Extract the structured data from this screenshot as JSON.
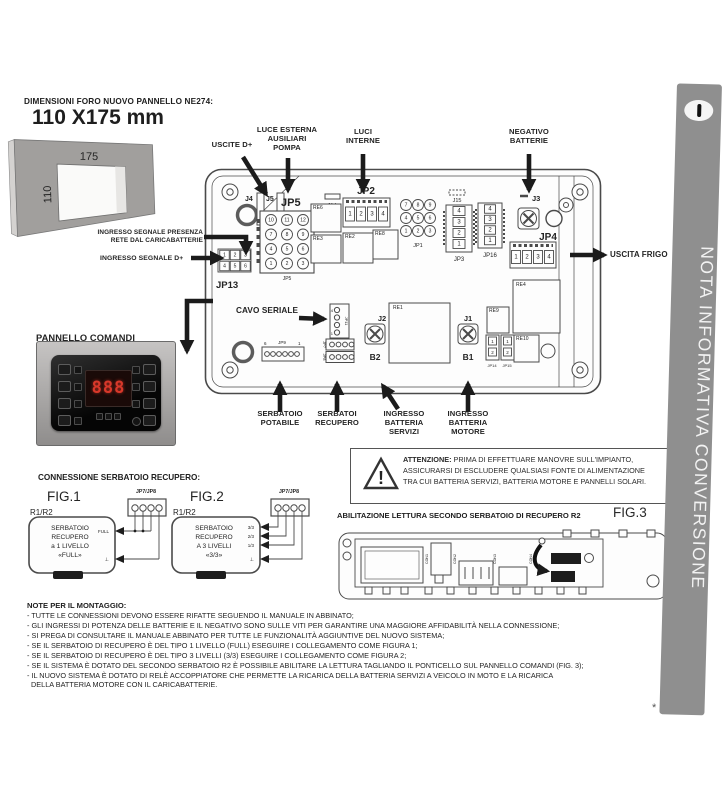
{
  "header": {
    "line1": "DIMENSIONI FORO NUOVO PANNELLO NE274:",
    "line2": "110 X175 mm"
  },
  "banner": {
    "text": "NOTA INFORMATIVA CONVERSIONE"
  },
  "cutout": {
    "w": "175",
    "h": "110"
  },
  "colors": {
    "banner_gray": "#8f8f8f",
    "display_red": "#d8382a"
  },
  "callouts": {
    "uscite_d": "USCITE D+",
    "luce_esterna": "LUCE ESTERNA\nAUSILIARI\nPOMPA",
    "luci_interne": "LUCI\nINTERNE",
    "negativo_batterie": "NEGATIVO\nBATTERIE",
    "uscita_frigo": "USCITA FRIGO",
    "ingresso_presenza": "INGRESSO SEGNALE PRESENZA\nRETE DAL CARICABATTERIE",
    "ingresso_segnale_d": "INGRESSO SEGNALE D+",
    "cavo_seriale": "CAVO SERIALE",
    "pannello_comandi": "PANNELLO COMANDI",
    "serbatoio_potabile": "SERBATOIO\nPOTABILE",
    "serbatoi_recupero": "SERBATOI\nRECUPERO",
    "ingresso_batteria_servizi": "INGRESSO\nBATTERIA\nSERVIZI",
    "ingresso_batteria_motore": "INGRESSO\nBATTERIA\nMOTORE"
  },
  "board": {
    "j4": "J4",
    "j5": "J5",
    "jp5": "JP5",
    "jp5_small": "JP5",
    "jp13": "JP13",
    "j14": "J14",
    "jp2": "JP2",
    "jp1": "JP1",
    "j15": "J15",
    "jp3": "JP3",
    "jp16": "JP16",
    "j3": "J3",
    "jp4": "JP4",
    "re1": "RE1",
    "re2": "RE2",
    "re3": "RE3",
    "re4": "RE4",
    "re6": "RE6",
    "re8": "RE8",
    "re9": "RE9",
    "re10": "RE10",
    "j2": "J2",
    "j1": "J1",
    "b2": "B2",
    "b1": "B1",
    "jp9": "JP9",
    "jp9_l": "6",
    "jp9_r": "1",
    "jp11": "JP11",
    "jp11_t": "4",
    "jp11_b": "1",
    "jp7": "JP7",
    "jp8": "JP8",
    "jp14": "JP14",
    "jp15": "JP15",
    "pins": {
      "jp5": [
        "10",
        "11",
        "12",
        "7",
        "8",
        "9",
        "4",
        "5",
        "6",
        "1",
        "2",
        "3"
      ],
      "jp13": [
        "1",
        "2",
        "3",
        "4",
        "5",
        "6"
      ],
      "jp2": [
        "1",
        "2",
        "3",
        "4"
      ],
      "jp1": [
        "7",
        "8",
        "9",
        "4",
        "5",
        "6",
        "1",
        "2",
        "3"
      ],
      "jp3": [
        "4",
        "3",
        "2",
        "1"
      ],
      "jp16": [
        "4",
        "3",
        "2",
        "1"
      ],
      "jp4": [
        "1",
        "2",
        "3",
        "4"
      ],
      "jp14": [
        "1",
        "2"
      ],
      "jp15": [
        "1",
        "2"
      ]
    }
  },
  "warning": {
    "title": "ATTENZIONE:",
    "body": " PRIMA DI EFFETTUARE MANOVRE SULL'IMPIANTO,\nASSICURARSI DI ESCLUDERE QUALSIASI FONTE DI ALIMENTAZIONE\nTRA CUI BATTERIA SERVIZI, BATTERIA MOTORE E PANNELLI SOLARI."
  },
  "figs": {
    "section_title": "CONNESSIONE SERBATOIO RECUPERO:",
    "fig1": {
      "name": "FIG.1",
      "conn": "JP7/JP8",
      "ref": "R1/R2",
      "box_lines": [
        "SERBATOIO",
        "RECUPERO",
        "a 1 LIVELLO",
        "«FULL»"
      ],
      "pin_full": "FULL",
      "pin_gnd": "⊥"
    },
    "fig2": {
      "name": "FIG.2",
      "conn": "JP7/JP8",
      "ref": "R1/R2",
      "box_lines": [
        "SERBATOIO",
        "RECUPERO",
        "A 3 LIVELLI",
        "«3/3»"
      ],
      "pins": [
        "3/3",
        "2/3",
        "1/3",
        "⊥"
      ]
    },
    "fig3": {
      "title": "ABILITAZIONE LETTURA SECONDO SERBATOIO DI RECUPERO R2",
      "name": "FIG.3",
      "con_labels": [
        "CON1",
        "CON2",
        "CON3",
        "CON4"
      ]
    }
  },
  "notes": {
    "title": "NOTE PER IL MONTAGGIO:",
    "lines": [
      "- TUTTE LE CONNESSIONI DEVONO ESSERE RIFATTE SEGUENDO IL MANUALE IN ABBINATO;",
      "- GLI INGRESSI DI POTENZA DELLE BATTERIE E IL NEGATIVO SONO SULLE VITI PER GARANTIRE UNA MAGGIORE AFFIDABILITÀ NELLA CONNESSIONE;",
      "- SI PREGA DI CONSULTARE IL MANUALE ABBINATO PER TUTTE LE FUNZIONALITÀ AGGIUNTIVE DEL NUOVO SISTEMA;",
      "- SE IL SERBATOIO DI RECUPERO È DEL TIPO 1 LIVELLO (FULL) ESEGUIRE I COLLEGAMENTO COME FIGURA 1;",
      "- SE IL SERBATOIO DI RECUPERO È DEL TIPO 3 LIVELLI (3/3) ESEGUIRE I COLLEGAMENTO COME FIGURA 2;",
      "- SE IL SISTEMA È DOTATO DEL SECONDO SERBATOIO R2 È POSSIBILE ABILITARE LA LETTURA TAGLIANDO IL PONTICELLO SUL PANNELLO COMANDI (FIG. 3);",
      "- IL NUOVO SISTEMA È DOTATO DI RELÈ ACCOPPIATORE CHE PERMETTE LA RICARICA DELLA BATTERIA SERVIZI A VEICOLO IN MOTO E LA RICARICA",
      "DELLA BATTERIA MOTORE CON IL CARICABATTERIE."
    ]
  },
  "panel": {
    "display": "888"
  },
  "footnote": "*"
}
